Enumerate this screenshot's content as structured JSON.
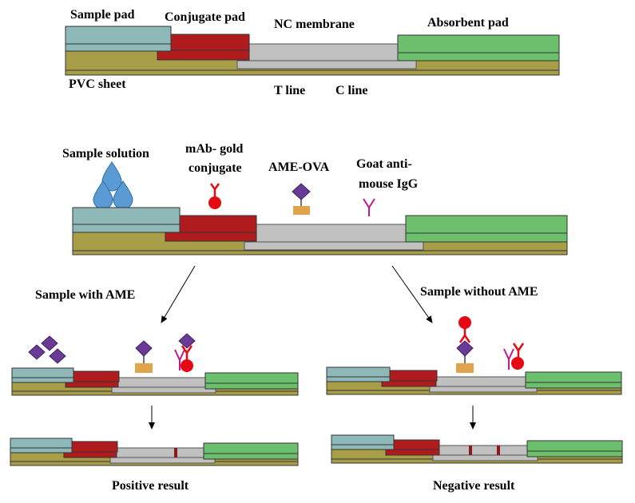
{
  "labels": {
    "sample_pad": "Sample pad",
    "conjugate_pad": "Conjugate pad",
    "nc_membrane": "NC membrane",
    "absorbent_pad": "Absorbent pad",
    "pvc_sheet": "PVC sheet",
    "t_line": "T line",
    "c_line": "C line",
    "sample_solution": "Sample solution",
    "mab_gold_line1": "mAb- gold",
    "mab_gold_line2": "conjugate",
    "ame_ova": "AME-OVA",
    "goat_line1": "Goat anti-",
    "goat_line2": "mouse IgG",
    "with_ame": "Sample with AME",
    "without_ame": "Sample without AME",
    "positive": "Positive result",
    "negative": "Negative result"
  },
  "colors": {
    "sample_pad": "#8fb8b8",
    "conjugate_pad": "#b01b1e",
    "nc_membrane": "#c0c0c0",
    "absorbent_pad": "#6cbf6c",
    "pvc_sheet": "#a89e48",
    "antigen": "#6a3b96",
    "ova_carrier": "#e0a44c",
    "gold": "#e50914",
    "goat_igg": "#c2188a",
    "drop": "#5b9bd5",
    "test_band": "#8b1a1a"
  }
}
